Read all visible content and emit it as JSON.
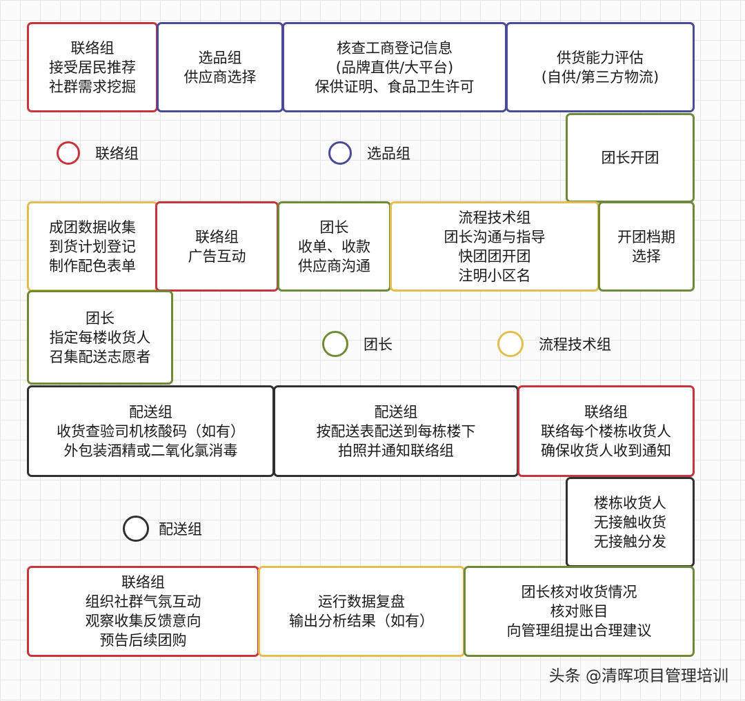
{
  "boxes": {
    "b1": {
      "l1": "联络组",
      "l2": "接受居民推荐",
      "l3": "社群需求挖掘"
    },
    "b2": {
      "l1": "选品组",
      "l2": "供应商选择"
    },
    "b3": {
      "l1": "核查工商登记信息",
      "l2": "(品牌直供/大平台)",
      "l3": "保供证明、食品卫生许可"
    },
    "b4": {
      "l1": "供货能力评估",
      "l2": "(自供/第三方物流)"
    },
    "b5": {
      "l1": "团长开团"
    },
    "b6": {
      "l1": "成团数据收集",
      "l2": "到货计划登记",
      "l3": "制作配色表单"
    },
    "b7": {
      "l1": "联络组",
      "l2": "广告互动"
    },
    "b8": {
      "l1": "团长",
      "l2": "收单、收款",
      "l3": "供应商沟通"
    },
    "b9": {
      "l1": "流程技术组",
      "l2": "团长沟通与指导",
      "l3": "快团团开团",
      "l4": "注明小区名"
    },
    "b10": {
      "l1": "开团档期",
      "l2": "选择"
    },
    "b11": {
      "l1": "团长",
      "l2": "指定每楼收货人",
      "l3": "召集配送志愿者"
    },
    "b12": {
      "l1": "配送组",
      "l2": "收货查验司机核酸码（如有）",
      "l3": "外包装酒精或二氧化氯消毒"
    },
    "b13": {
      "l1": "配送组",
      "l2": "按配送表配送到每栋楼下",
      "l3": "拍照并通知联络组"
    },
    "b14": {
      "l1": "联络组",
      "l2": "联络每个楼栋收货人",
      "l3": "确保收货人收到通知"
    },
    "b15": {
      "l1": "楼栋收货人",
      "l2": "无接触收货",
      "l3": "无接触分发"
    },
    "b16": {
      "l1": "联络组",
      "l2": "组织社群气氛互动",
      "l3": "观察收集反馈意向",
      "l4": "预告后续团购"
    },
    "b17": {
      "l1": "运行数据复盘",
      "l2": "输出分析结果（如有）"
    },
    "b18": {
      "l1": "团长核对收货情况",
      "l2": "核对账目",
      "l3": "向管理组提出合理建议"
    }
  },
  "legend": {
    "liaison": "联络组",
    "selection": "选品组",
    "leader": "团长",
    "tech": "流程技术组",
    "delivery": "配送组"
  },
  "colors": {
    "liaison": "#c8343c",
    "selection": "#4a4a96",
    "leader": "#6e8a36",
    "tech": "#e4bd4e",
    "delivery": "#303030"
  },
  "watermark": "头条 @清晖项目管理培训"
}
